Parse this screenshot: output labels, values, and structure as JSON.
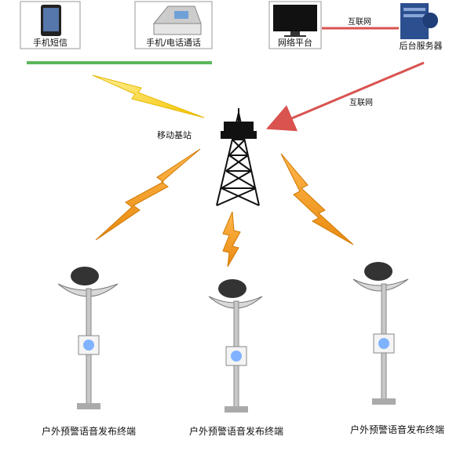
{
  "top_row": {
    "phone_sms": "手机短信",
    "phone_landline": "手机/电话通话",
    "web_platform": "网络平台",
    "backend_server": "后台服务器",
    "internet_top": "互联网"
  },
  "center": {
    "mobile_base_station": "移动基站",
    "internet_arrow": "互联网"
  },
  "terminals": [
    {
      "label": "户外预警语音发布终端"
    },
    {
      "label": "户外预警语音发布终端"
    },
    {
      "label": "户外预警语音发布终端"
    }
  ],
  "colors": {
    "green_bar": "#5cb85c",
    "red_arrow": "#d9534f",
    "lightning_orange": "#f0a020",
    "lightning_yellow": "#f5d100"
  }
}
